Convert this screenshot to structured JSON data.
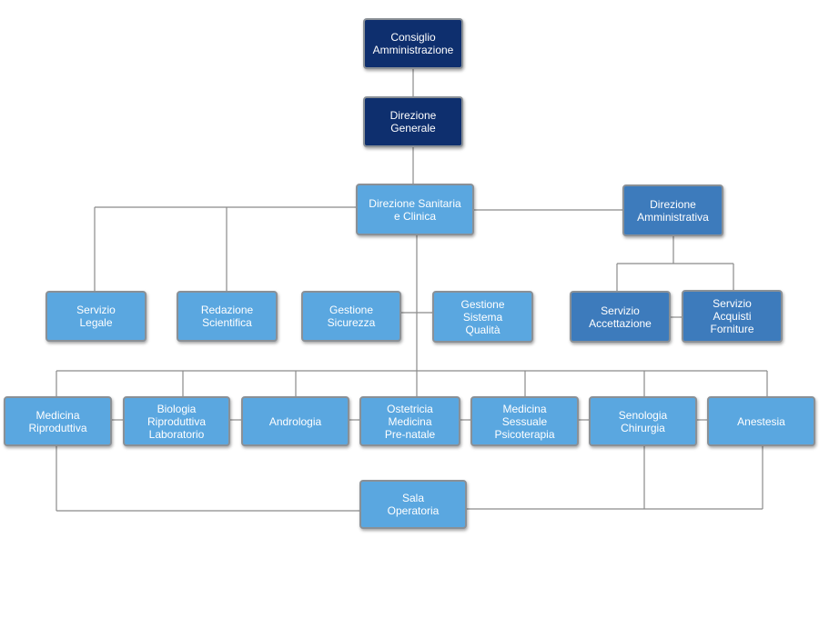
{
  "colors": {
    "dark": "#0e2f6e",
    "mid": "#3d7bbc",
    "light": "#5aa7e0",
    "line": "#8a8a8a"
  },
  "nodes": {
    "consiglio": {
      "lines": [
        "Consiglio",
        "Amministrazione"
      ]
    },
    "direzione_generale": {
      "lines": [
        "Direzione",
        "Generale"
      ]
    },
    "direzione_sanitaria": {
      "lines": [
        "Direzione Sanitaria",
        "e Clinica"
      ]
    },
    "direzione_amministrativa": {
      "lines": [
        "Direzione",
        "Amministrativa"
      ]
    },
    "servizio_legale": {
      "lines": [
        "Servizio",
        "Legale"
      ]
    },
    "redazione_scientifica": {
      "lines": [
        "Redazione",
        "Scientifica"
      ]
    },
    "gestione_sicurezza": {
      "lines": [
        "Gestione",
        "Sicurezza"
      ]
    },
    "gestione_qualita": {
      "lines": [
        "Gestione",
        "Sistema",
        "Qualità"
      ]
    },
    "servizio_accettazione": {
      "lines": [
        "Servizio",
        "Accettazione"
      ]
    },
    "servizio_acquisti": {
      "lines": [
        "Servizio",
        "Acquisti",
        "Forniture"
      ]
    },
    "medicina_riproduttiva": {
      "lines": [
        "Medicina",
        "Riproduttiva"
      ]
    },
    "biologia": {
      "lines": [
        "Biologia",
        "Riproduttiva",
        "Laboratorio"
      ]
    },
    "andrologia": {
      "lines": [
        "Andrologia"
      ]
    },
    "ostetricia": {
      "lines": [
        "Ostetricia",
        "Medicina",
        "Pre-natale"
      ]
    },
    "medicina_sessuale": {
      "lines": [
        "Medicina",
        "Sessuale",
        "Psicoterapia"
      ]
    },
    "senologia": {
      "lines": [
        "Senologia",
        "Chirurgia"
      ]
    },
    "anestesia": {
      "lines": [
        "Anestesia"
      ]
    },
    "sala_operatoria": {
      "lines": [
        "Sala",
        "Operatoria"
      ]
    }
  }
}
